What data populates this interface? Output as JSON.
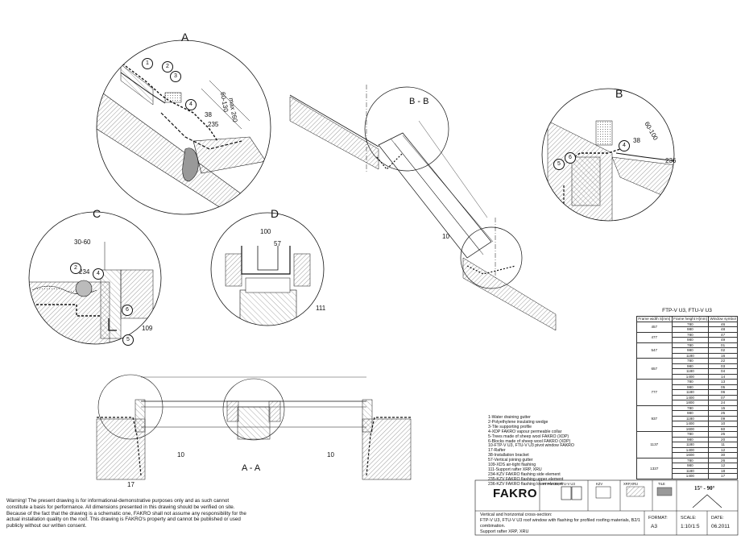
{
  "section_labels": {
    "A_top": "A",
    "B_top": "B",
    "C": "C",
    "D": "D",
    "BB": "B - B",
    "AA": "A - A"
  },
  "dims": {
    "a_60_130": "60-130",
    "a_max": "max 260",
    "a_38": "38",
    "a_235": "235",
    "b_60_100": "60-100",
    "b_38": "38",
    "b_236": "236",
    "c_30_60": "30-60",
    "c_234": "234",
    "c_109": "109",
    "d_100": "100",
    "d_57": "57",
    "d_111": "111",
    "bb_10": "10",
    "aa_10a": "10",
    "aa_10b": "10",
    "aa_17": "17"
  },
  "legend_items": [
    "1-Water draining gutter",
    "2-Polyethylene insulating wedge",
    "3-Tile supporting profile",
    "4-XDP FAKRO vapour permeable collar",
    "5-Trees made of sheep wool FAKRO (XDP)",
    "6-Blocks made of sheep wool FAKRO (XDP)",
    "10-FTP-V U3, FTU-V U3 pivot window FAKRO",
    "17-Rafter",
    "38-Installation bracket",
    "57-Vertical joining gutter",
    "109-XDS air-tight flashing",
    "111-Support rafter XRP, XRU",
    "234-KZV FAKRO flashing side element",
    "235-KZV FAKRO flashing upper element",
    "236-KZV FAKRO flashing lower element"
  ],
  "spec_table": {
    "title": "FTP-V U3, FTU-V U3",
    "headers": [
      "Frame width S[mm]",
      "Frame height H[mm]",
      "Window symbol"
    ],
    "groups": [
      {
        "width": "457",
        "rows": [
          [
            "780",
            "46"
          ],
          [
            "980",
            "48"
          ]
        ]
      },
      {
        "width": "477",
        "rows": [
          [
            "780",
            "47"
          ],
          [
            "980",
            "49"
          ]
        ]
      },
      {
        "width": "547",
        "rows": [
          [
            "780",
            "01"
          ],
          [
            "980",
            "02"
          ],
          [
            "1180",
            "16"
          ]
        ]
      },
      {
        "width": "657",
        "rows": [
          [
            "780",
            "22"
          ],
          [
            "980",
            "03"
          ],
          [
            "1180",
            "04"
          ],
          [
            "1400",
            "14"
          ]
        ]
      },
      {
        "width": "777",
        "rows": [
          [
            "780",
            "13"
          ],
          [
            "980",
            "05"
          ],
          [
            "1180",
            "06"
          ],
          [
            "1400",
            "07"
          ],
          [
            "1800",
            "24"
          ]
        ]
      },
      {
        "width": "937",
        "rows": [
          [
            "780",
            "15"
          ],
          [
            "980",
            "25"
          ],
          [
            "1180",
            "09"
          ],
          [
            "1400",
            "10"
          ],
          [
            "1600",
            "60"
          ]
        ]
      },
      {
        "width": "1137",
        "rows": [
          [
            "780",
            "25"
          ],
          [
            "980",
            "20"
          ],
          [
            "1180",
            "11"
          ],
          [
            "1400",
            "12"
          ],
          [
            "1600",
            "30"
          ]
        ]
      },
      {
        "width": "1337",
        "rows": [
          [
            "780",
            "26"
          ],
          [
            "980",
            "12"
          ],
          [
            "1180",
            "18"
          ],
          [
            "1400",
            "17"
          ]
        ]
      }
    ]
  },
  "warning_text": "Warning! The present drawing is for informational-demonstrative purposes only and as such cannot constitute a basis for performance. All dimensions presented in this drawing should be verified on site. Because of the fact that the drawing is a schematic one, FAKRO shall not assume any responsibility for the actual installation quality on the roof. This drawing is FAKRO's property and cannot be published  or used publicly without our written consent.",
  "title_block": {
    "logo": "FAKRO",
    "col_labels": [
      "FTP-V U3, FTU-V U3",
      "KZV",
      "XRP,XRU",
      "TILE"
    ],
    "angle": "15° - 90°",
    "description": "Vertical and horizontal cross-section:\nFTP-V U3, FTU-V U3 roof window with flashing for profiled roofing materials, B2/1 combination.\nSupport rafter  XRP, XRU",
    "format_label": "FORMAT:",
    "format_value": "A3",
    "scale_label": "SCALE:",
    "scale_value": "1:10/1:5",
    "date_label": "DATE:",
    "date_value": "06.2011"
  },
  "colors": {
    "line": "#111111",
    "hatch": "#555555",
    "wood": "#888888"
  }
}
